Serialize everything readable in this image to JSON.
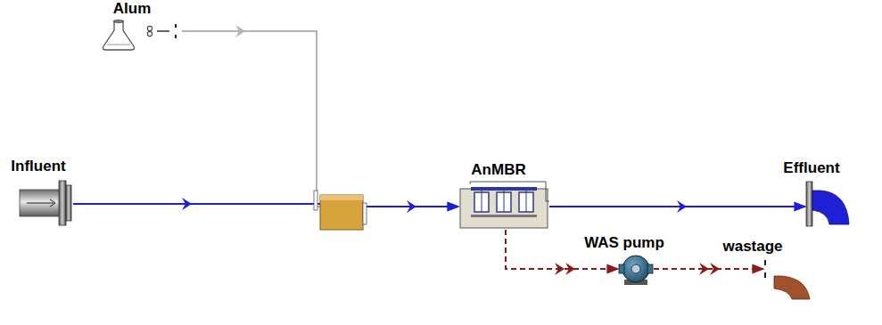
{
  "diagram": {
    "nodes": [
      {
        "text": [
          "Alum"
        ]
      },
      {
        "text": [
          "Influent"
        ]
      },
      {
        "text": [
          "AnMBR"
        ]
      },
      {
        "text": [
          "Effluent"
        ]
      },
      {
        "text": [
          "WAS pump"
        ]
      },
      {
        "text": [
          "wastage"
        ]
      }
    ],
    "edges": [
      {
        "from": 0,
        "to": 2,
        "arrow": "to"
      },
      {
        "from": 1,
        "to": 2,
        "arrow": "to"
      },
      {
        "from": 2,
        "to": 3,
        "arrow": "to"
      },
      {
        "from": 2,
        "to": 4,
        "arrow": "to"
      },
      {
        "from": 4,
        "to": 5,
        "arrow": "to"
      }
    ]
  }
}
